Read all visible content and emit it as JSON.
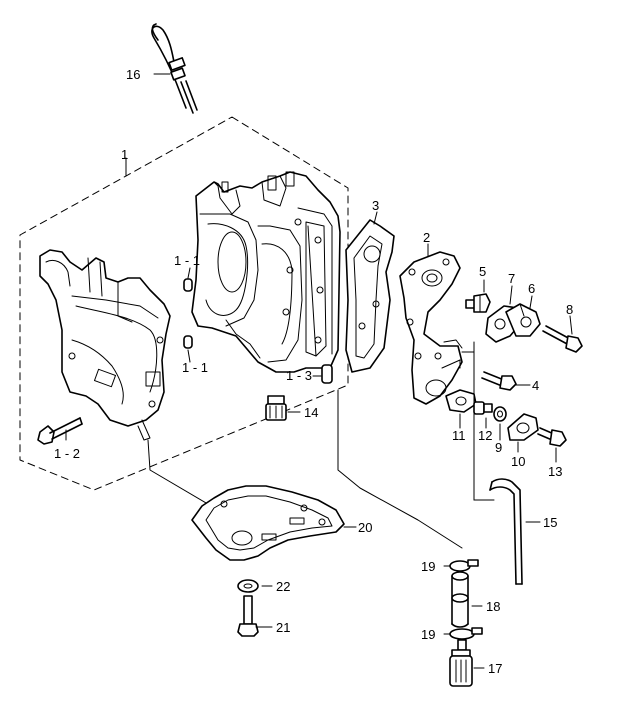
{
  "callouts": {
    "c16": "16",
    "c1": "1",
    "c1_1a": "1 - 1",
    "c1_1b": "1 - 1",
    "c1_2": "1 - 2",
    "c1_3": "1 - 3",
    "c3": "3",
    "c2": "2",
    "c5": "5",
    "c7": "7",
    "c6": "6",
    "c8": "8",
    "c4": "4",
    "c14": "14",
    "c11": "11",
    "c12": "12",
    "c9": "9",
    "c10": "10",
    "c13": "13",
    "c15": "15",
    "c20": "20",
    "c19a": "19",
    "c18": "18",
    "c19b": "19",
    "c17": "17",
    "c22": "22",
    "c21": "21"
  }
}
